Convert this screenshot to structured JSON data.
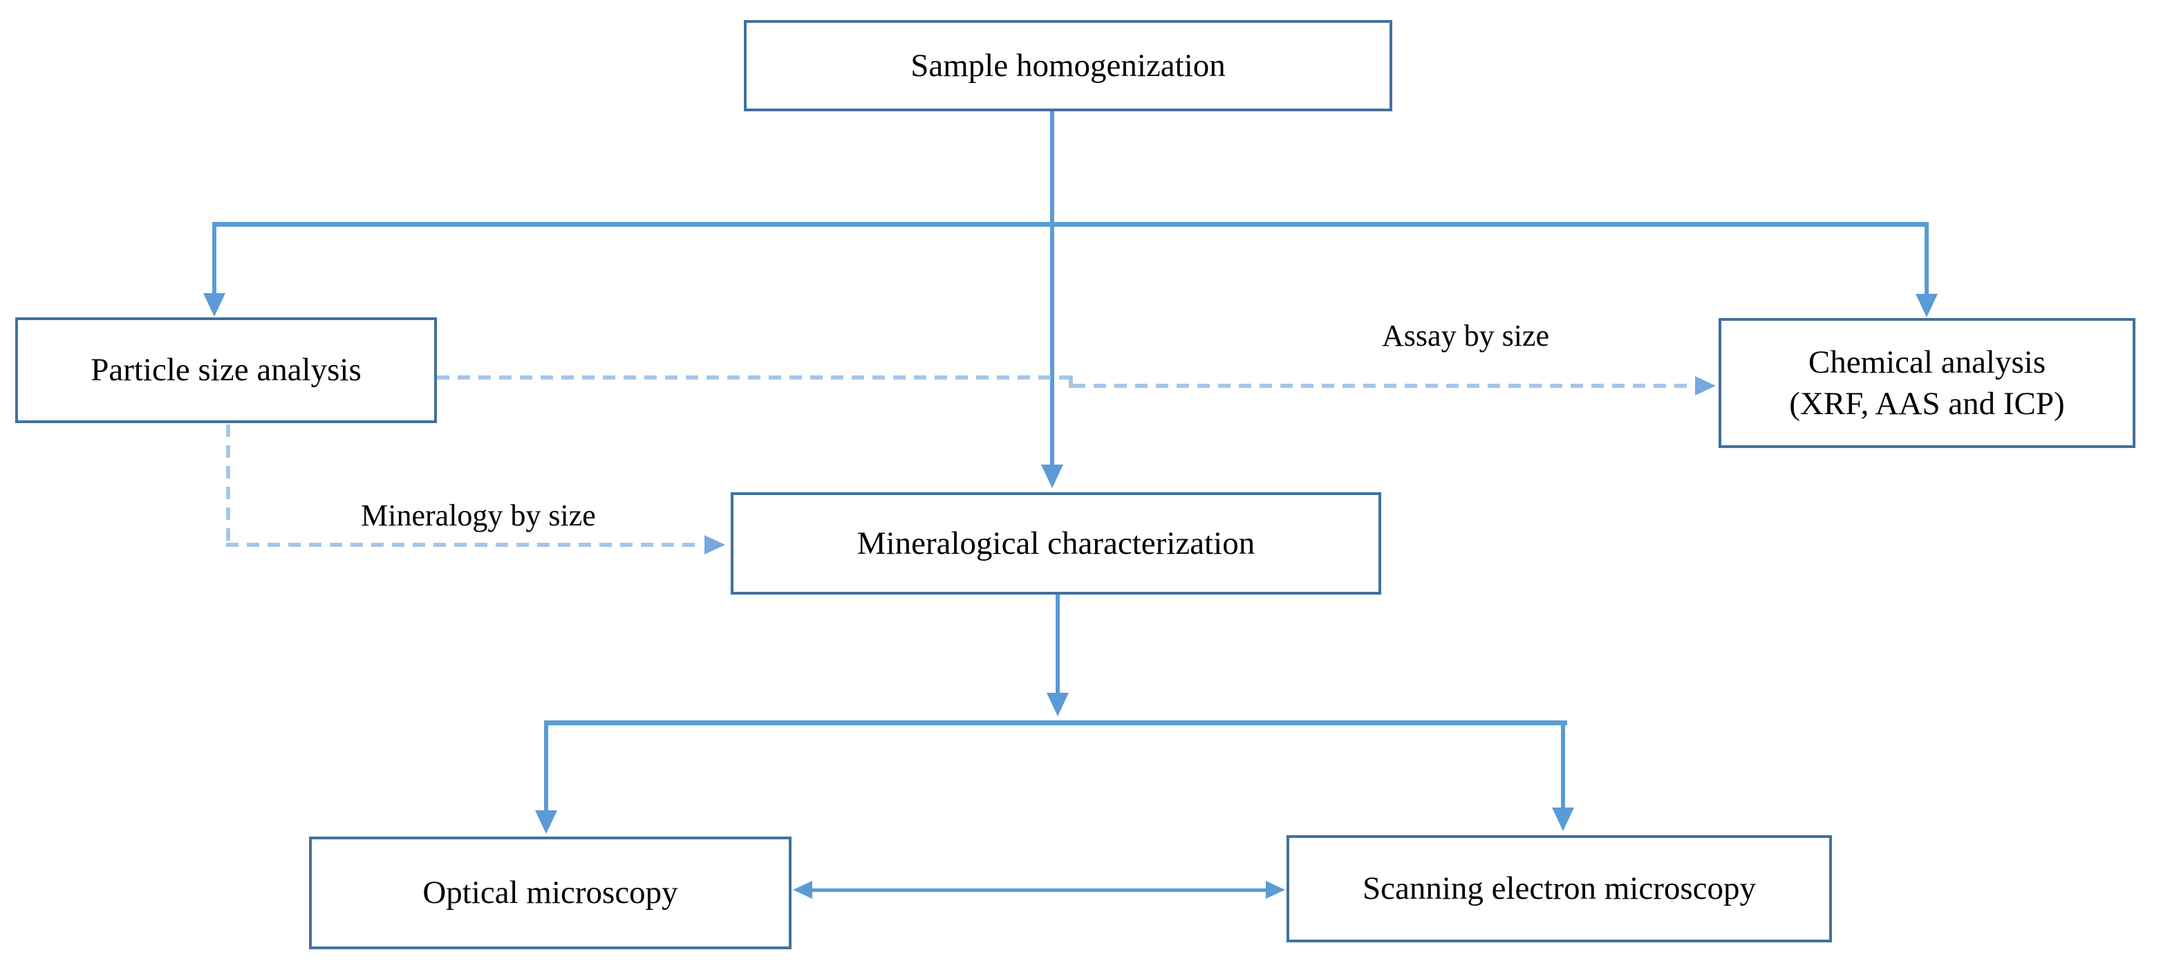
{
  "diagram": {
    "nodes": {
      "sample_homogenization": {
        "label": "Sample homogenization"
      },
      "particle_size_analysis": {
        "label": "Particle size analysis"
      },
      "chemical_analysis": {
        "label_line1": "Chemical analysis",
        "label_line2": "(XRF, AAS and ICP)"
      },
      "mineralogical_characterization": {
        "label": "Mineralogical characterization"
      },
      "optical_microscopy": {
        "label": "Optical microscopy"
      },
      "scanning_electron_microscopy": {
        "label": "Scanning electron microscopy"
      }
    },
    "edge_labels": {
      "assay_by_size": "Assay by size",
      "mineralogy_by_size": "Mineralogy by size"
    },
    "colors": {
      "box_border": "#41719C",
      "box_fill": "#FFFFFF",
      "solid_connector": "#5B9BD5",
      "dashed_connector": "#A6C6E7",
      "dashed_arrowhead": "#74A9DB",
      "text": "#000000",
      "background": "#FFFFFF"
    }
  }
}
